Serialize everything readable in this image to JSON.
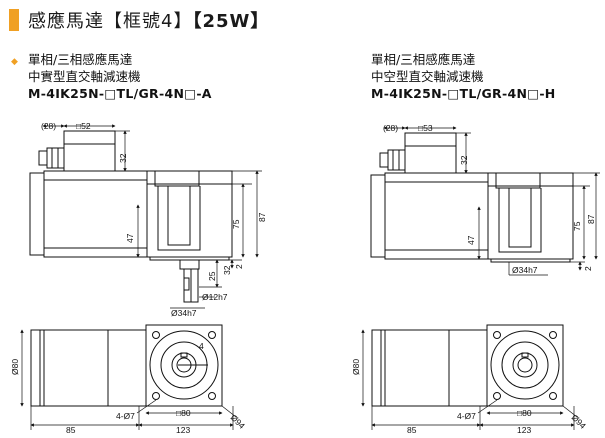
{
  "page": {
    "title_text": "感應馬達【框號4】",
    "title_power": "【25W】"
  },
  "products": [
    {
      "line1": "單相/三相感應馬達",
      "line2": "中實型直交軸減速機",
      "model": "M-4IK25N-□TL/GR-4N□-A",
      "dims": {
        "d28": "(28)",
        "d52": "□52",
        "d32": "32",
        "d47": "47",
        "d75": "75",
        "d87": "87",
        "d25": "25",
        "d2": "2",
        "d32b": "32",
        "d12h7": "Ø12h7",
        "d34h7": "Ø34h7",
        "d80v": "Ø80",
        "d4": "4",
        "d47hole": "4-Ø7",
        "d80sq": "□80",
        "d94": "Ø94",
        "d85": "85",
        "d123": "123"
      }
    },
    {
      "line1": "單相/三相感應馬達",
      "line2": "中空型直交軸減速機",
      "model": "M-4IK25N-□TL/GR-4N□-H",
      "dims": {
        "d28": "(28)",
        "d53": "□53",
        "d32": "32",
        "d47": "47",
        "d75": "75",
        "d87": "87",
        "d2": "2",
        "d34h7": "Ø34h7",
        "d80v": "Ø80",
        "d47hole": "4-Ø7",
        "d80sq": "□80",
        "d94": "Ø94",
        "d85": "85",
        "d123": "123"
      }
    }
  ]
}
